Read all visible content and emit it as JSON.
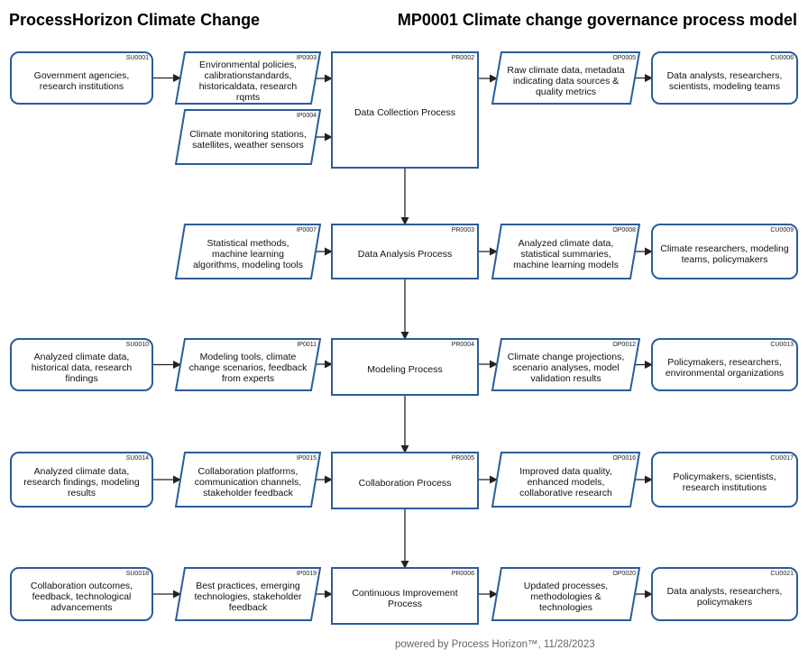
{
  "header": {
    "left_title": "ProcessHorizon Climate Change",
    "right_title": "MP0001 Climate change governance process model"
  },
  "footer": "powered by Process Horizon™, 11/28/2023",
  "nodes": {
    "SU0001": {
      "id": "SU0001",
      "text": "Government agencies, research institutions"
    },
    "IP0003": {
      "id": "IP0003",
      "text": "Environmental policies, calibrationstandards, historicaldata, research rqmts"
    },
    "IP0004": {
      "id": "IP0004",
      "text": "Climate monitoring stations, satellites, weather sensors"
    },
    "PR0002": {
      "id": "PR0002",
      "text": "Data Collection Process"
    },
    "OP0005": {
      "id": "OP0005",
      "text": "Raw climate data, metadata indicating data sources & quality metrics"
    },
    "CU0006": {
      "id": "CU0006",
      "text": "Data analysts, researchers, scientists, modeling teams"
    },
    "IP0007": {
      "id": "IP0007",
      "text": "Statistical methods, machine learning algorithms, modeling tools"
    },
    "PR0003": {
      "id": "PR0003",
      "text": "Data Analysis Process"
    },
    "OP0008": {
      "id": "OP0008",
      "text": "Analyzed climate data, statistical summaries, machine learning models"
    },
    "CU0009": {
      "id": "CU0009",
      "text": "Climate researchers, modeling teams, policymakers"
    },
    "SU0010": {
      "id": "SU0010",
      "text": "Analyzed climate data, historical data, research findings"
    },
    "IP0011": {
      "id": "IP0011",
      "text": "Modeling tools, climate change scenarios, feedback from experts"
    },
    "PR0004": {
      "id": "PR0004",
      "text": "Modeling Process"
    },
    "OP0012": {
      "id": "OP0012",
      "text": "Climate change projections, scenario analyses, model validation results"
    },
    "CU0013": {
      "id": "CU0013",
      "text": "Policymakers, researchers, environmental organizations"
    },
    "SU0014": {
      "id": "SU0014",
      "text": "Analyzed climate data, research findings, modeling results"
    },
    "IP0015": {
      "id": "IP0015",
      "text": "Collaboration platforms, communication channels, stakeholder feedback"
    },
    "PR0005": {
      "id": "PR0005",
      "text": "Collaboration Process"
    },
    "OP0016": {
      "id": "OP0016",
      "text": "Improved data quality, enhanced models, collaborative research"
    },
    "CU0017": {
      "id": "CU0017",
      "text": "Policymakers, scientists, research institutions"
    },
    "SU0018": {
      "id": "SU0018",
      "text": "Collaboration outcomes, feedback, technological advancements"
    },
    "IP0019": {
      "id": "IP0019",
      "text": "Best practices, emerging technologies, stakeholder feedback"
    },
    "PR0006": {
      "id": "PR0006",
      "text": "Continuous Improvement Process"
    },
    "OP0020": {
      "id": "OP0020",
      "text": "Updated processes, methodologies & technologies"
    },
    "CU0021": {
      "id": "CU0021",
      "text": "Data analysts, researchers, policymakers"
    }
  }
}
